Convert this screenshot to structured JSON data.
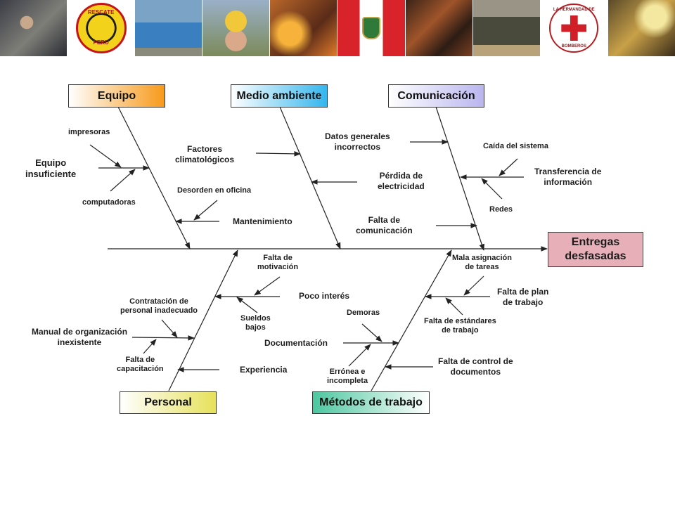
{
  "banner": {
    "photos": [
      "bombero con equipo",
      "escudo rescate",
      "trajes de proteccion",
      "bombero casco 2",
      "combate de incendio",
      "bandera del peru",
      "bomberos en emergencia",
      "brigada formada",
      "escudo la hermandad",
      "bomberos en accion"
    ],
    "emblem_rescate": {
      "top": "RESCATE",
      "bottom": "PERU"
    },
    "emblem_hermandad": {
      "top": "LA HERMANDAD DE",
      "bottom": "BOMBEROS"
    }
  },
  "fishbone": {
    "effect": {
      "line1": "Entregas",
      "line2": "desfasadas"
    },
    "categories": {
      "equipo": "Equipo",
      "medio_ambiente": "Medio ambiente",
      "comunicacion": "Comunicación",
      "personal": "Personal",
      "metodos": "Métodos de trabajo"
    },
    "equipo": {
      "impresoras": "impresoras",
      "equipo_insuficiente": [
        "Equipo",
        "insuficiente"
      ],
      "computadoras": "computadoras",
      "desorden": "Desorden en oficina",
      "mantenimiento": "Mantenimiento"
    },
    "medio_ambiente": {
      "factores": [
        "Factores",
        "climatológicos"
      ],
      "perdida": [
        "Pérdida de",
        "electricidad"
      ]
    },
    "comunicacion": {
      "datos": [
        "Datos generales",
        "incorrectos"
      ],
      "caida": "Caída del sistema",
      "transferencia": [
        "Transferencia de",
        "información"
      ],
      "redes": "Redes",
      "falta_comunicacion": [
        "Falta de",
        "comunicación"
      ]
    },
    "personal": {
      "motivacion": [
        "Falta de",
        "motivación"
      ],
      "poco_interes": "Poco interés",
      "sueldos": [
        "Sueldos",
        "bajos"
      ],
      "contratacion": [
        "Contratación de",
        "personal inadecuado"
      ],
      "manual": [
        "Manual de organización",
        "inexistente"
      ],
      "capacitacion": [
        "Falta de",
        "capacitación"
      ],
      "experiencia": "Experiencia"
    },
    "metodos": {
      "asignacion": [
        "Mala asignación",
        "de tareas"
      ],
      "plan": [
        "Falta de plan",
        "de trabajo"
      ],
      "estandares": [
        "Falta de estándares",
        "de trabajo"
      ],
      "demoras": "Demoras",
      "documentacion": "Documentación",
      "erronea": [
        "Errónea e",
        "incompleta"
      ],
      "control": [
        "Falta de control de",
        "documentos"
      ]
    }
  },
  "colors": {
    "equipo": "#f79a1a",
    "medio_ambiente": "#33b6ee",
    "comunicacion": "#b9b6ef",
    "personal": "#e6e15a",
    "metodos": "#4cc79f",
    "effect": "#e7b0b8",
    "lines": "#222222"
  }
}
